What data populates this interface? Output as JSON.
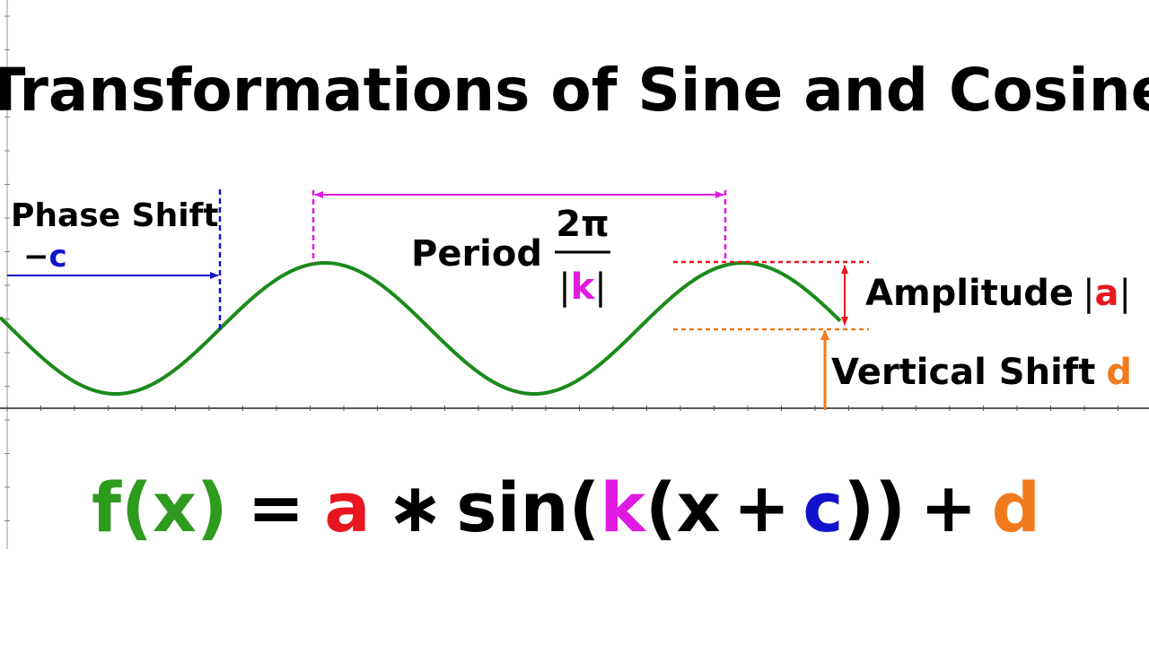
{
  "title": "Transformations of Sine and Cosine",
  "labels": {
    "phase_shift": "Phase Shift",
    "phase_value_sign": "−",
    "phase_value_var": "c",
    "period": "Period",
    "period_numerator": "2π",
    "period_bar_left": "|",
    "period_var": "k",
    "period_bar_right": "|",
    "amplitude": "Amplitude",
    "amplitude_bar_left": "|",
    "amplitude_var": "a",
    "amplitude_bar_right": "|",
    "vertical_shift": "Vertical Shift",
    "vertical_var": "d"
  },
  "formula": {
    "f": "f",
    "lparen1": "(",
    "x1": "x",
    "rparen1": ")",
    "equals": "=",
    "a": "a",
    "times": "∗",
    "sin": "sin",
    "lparen2": "(",
    "k": "k",
    "lparen3": "(",
    "x2": "x",
    "plus1": "+",
    "c": "c",
    "rparen3": ")",
    "rparen2": ")",
    "plus2": "+",
    "d": "d"
  },
  "colors": {
    "curve": "#1a8a1a",
    "a": "#e8161e",
    "k": "#e01ae0",
    "c": "#1212cc",
    "d": "#f07a1c",
    "phase_line": "#1212cc",
    "period_line": "#e01ae0",
    "amplitude_line": "#e8161e",
    "vertical_line": "#f07a1c",
    "f_color": "#2e9a1e"
  },
  "icons": {
    "phase_arrow": "right-arrow",
    "period_arrow": "double-headed-arrow",
    "amplitude_arrow": "double-headed-arrow",
    "vertical_arrow": "up-arrow"
  }
}
